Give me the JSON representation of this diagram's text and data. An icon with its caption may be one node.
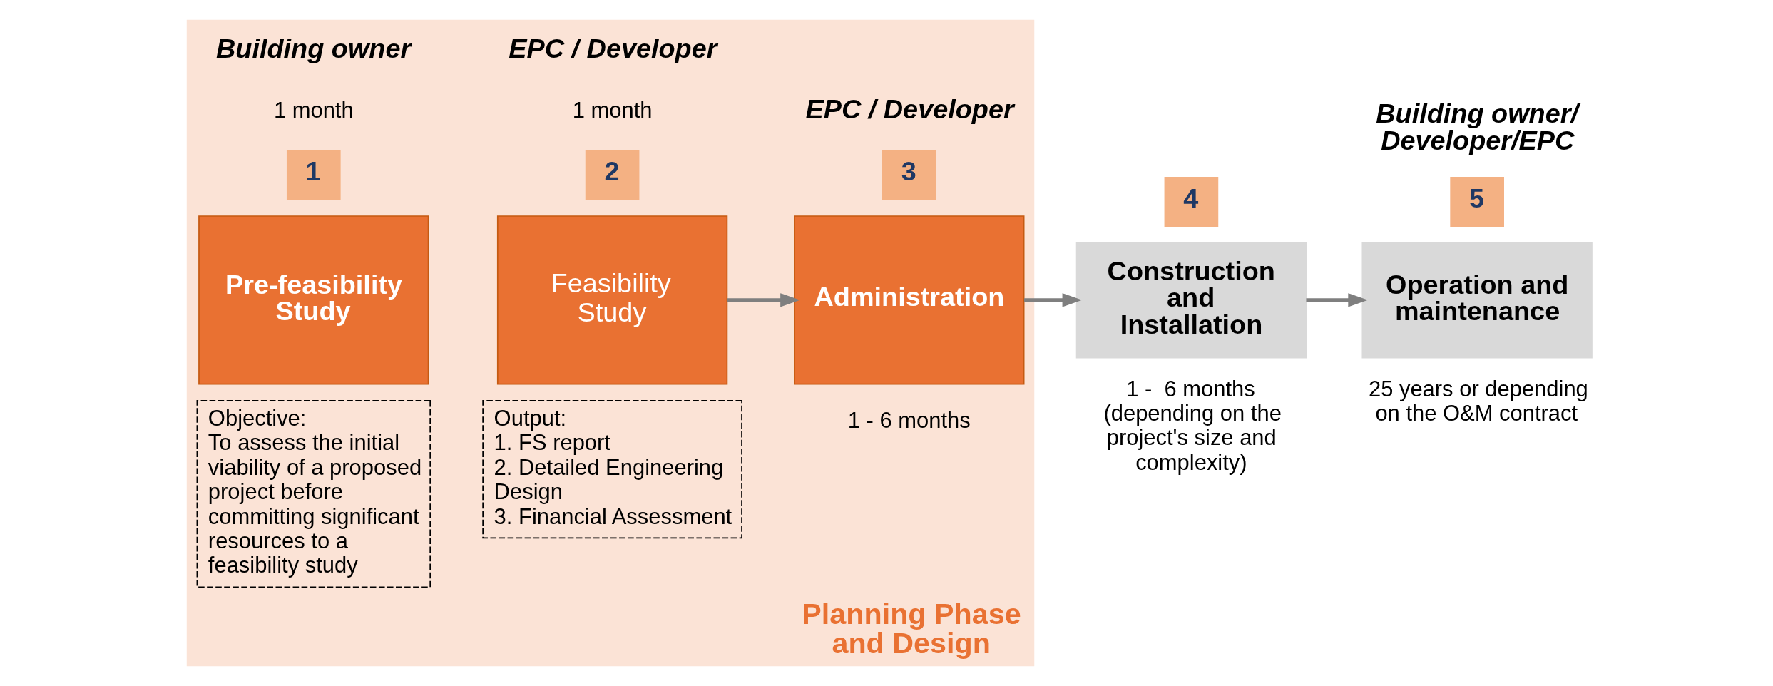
{
  "diagram": {
    "nodes": [
      {
        "text": [
          "Planning Phase and Design"
        ]
      },
      {
        "text": [
          "1"
        ],
        "in": 0,
        "beside": [
          "Building owner",
          "1 month"
        ]
      },
      {
        "text": [
          "Pre-feasibility Study"
        ],
        "in": 0
      },
      {
        "text": [
          "Objective:",
          "To assess the initial viability of a proposed project before committing significant resources to a feasibility study"
        ],
        "in": 0
      },
      {
        "text": [
          "2"
        ],
        "in": 0,
        "beside": [
          "EPC / Developer",
          "1 month"
        ]
      },
      {
        "text": [
          "Feasibility Study"
        ],
        "in": 0
      },
      {
        "text": [
          "Output:",
          "1. FS report",
          "2. Detailed Engineering Design",
          "3. Financial Assessment"
        ],
        "in": 0
      },
      {
        "text": [
          "3"
        ],
        "in": 0,
        "beside": [
          "EPC / Developer"
        ]
      },
      {
        "text": [
          "Administration"
        ],
        "in": 0,
        "beside": [
          "1 - 6 months"
        ]
      },
      {
        "text": [
          "4"
        ]
      },
      {
        "text": [
          "Construction and Installation"
        ],
        "beside": [
          "1 -  6 months (depending on the project's size and complexity)"
        ]
      },
      {
        "text": [
          "5"
        ],
        "beside": [
          "Building owner/ Developer/EPC"
        ]
      },
      {
        "text": [
          "Operation and maintenance"
        ],
        "beside": [
          "25 years or depending on the O&M contract"
        ]
      }
    ],
    "edges": [
      {
        "from": 5,
        "to": 8,
        "arrow": "to"
      },
      {
        "from": 8,
        "to": 10,
        "arrow": "to"
      },
      {
        "from": 10,
        "to": 12,
        "arrow": "to"
      }
    ]
  }
}
